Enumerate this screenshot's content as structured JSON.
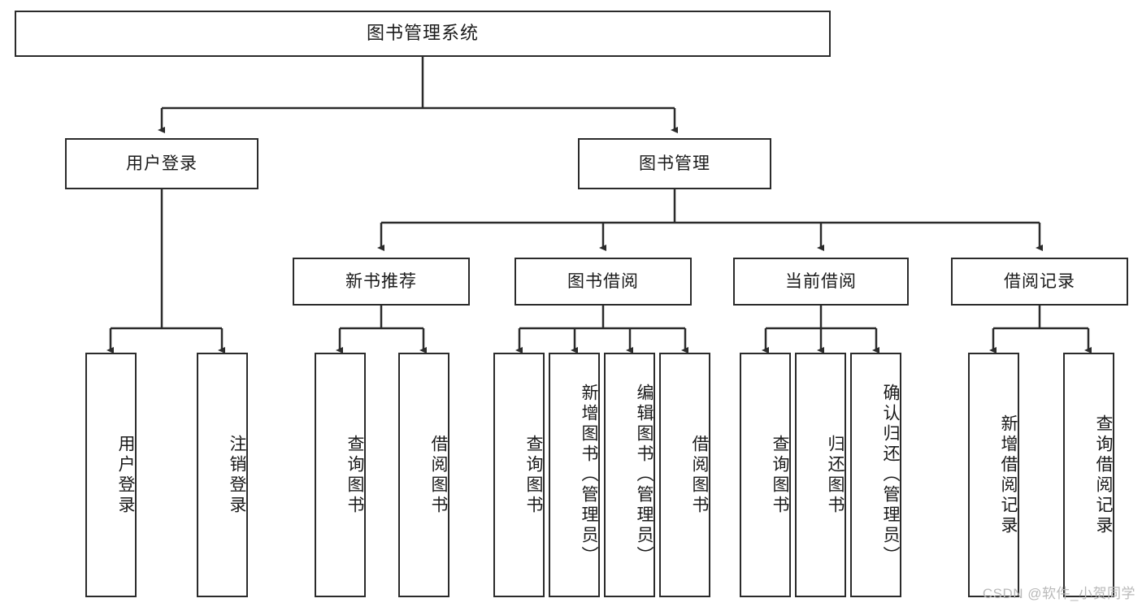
{
  "diagram": {
    "title": "图书管理系统",
    "type": "tree",
    "watermark": "CSDN @软件_小贺同学",
    "colors": {
      "box_border": "#2b2b2b",
      "box_fill": "#ffffff",
      "edge": "#2b2b2b",
      "text": "#1a1a1a",
      "watermark": "#b9b9b9",
      "background": "#ffffff"
    },
    "root": {
      "label": "图书管理系统"
    },
    "level2": [
      {
        "label": "用户登录"
      },
      {
        "label": "图书管理"
      }
    ],
    "level3": [
      {
        "label": "新书推荐"
      },
      {
        "label": "图书借阅"
      },
      {
        "label": "当前借阅"
      },
      {
        "label": "借阅记录"
      }
    ],
    "leaves": {
      "user_login": [
        {
          "label": "用户登录"
        },
        {
          "label": "注销登录"
        }
      ],
      "new_book_recommend": [
        {
          "label": "查询图书"
        },
        {
          "label": "借阅图书"
        }
      ],
      "book_borrow": [
        {
          "label": "查询图书"
        },
        {
          "label": "新增图书（管理员）"
        },
        {
          "label": "编辑图书（管理员）"
        },
        {
          "label": "借阅图书"
        }
      ],
      "current_borrow": [
        {
          "label": "查询图书"
        },
        {
          "label": "归还图书"
        },
        {
          "label": "确认归还（管理员）"
        }
      ],
      "borrow_record": [
        {
          "label": "新增借阅记录"
        },
        {
          "label": "查询借阅记录"
        }
      ]
    }
  }
}
